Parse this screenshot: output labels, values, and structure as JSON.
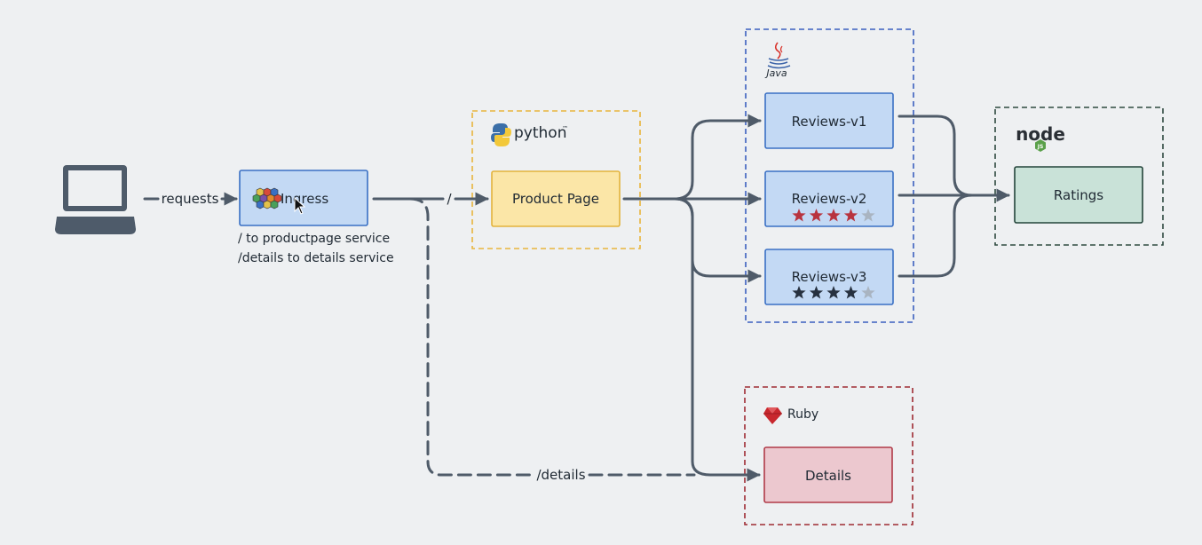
{
  "client": {
    "icon": "laptop-icon"
  },
  "edges": {
    "requests": "requests",
    "root": "/",
    "details": "/details"
  },
  "ingress": {
    "label": "Ingress",
    "icon": "istio-hexagon-icon",
    "rules": [
      "/ to productpage service",
      "/details to details service"
    ]
  },
  "groups": {
    "python": {
      "label": "python",
      "tm": "™"
    },
    "java": {
      "label": "Java"
    },
    "node": {
      "label": "node",
      "sub": "JS"
    },
    "ruby": {
      "label": "Ruby"
    }
  },
  "services": {
    "productpage": {
      "label": "Product Page"
    },
    "reviews_v1": {
      "label": "Reviews-v1"
    },
    "reviews_v2": {
      "label": "Reviews-v2",
      "stars": 4,
      "max_stars": 5,
      "star_color": "#b8343f"
    },
    "reviews_v3": {
      "label": "Reviews-v3",
      "stars": 4,
      "max_stars": 5,
      "star_color": "#27313f"
    },
    "ratings": {
      "label": "Ratings"
    },
    "details": {
      "label": "Details"
    }
  },
  "colors": {
    "edge": "#4f5b69",
    "blue_fill": "#c3d9f4",
    "blue_stroke": "#3a70c4",
    "yellow_fill": "#fbe6a7",
    "yellow_stroke": "#e3b33c",
    "green_fill": "#c9e2d8",
    "green_stroke": "#23443a",
    "red_fill": "#ecc8cf",
    "red_stroke": "#b03a48",
    "star_empty": "#a9b4c1"
  }
}
